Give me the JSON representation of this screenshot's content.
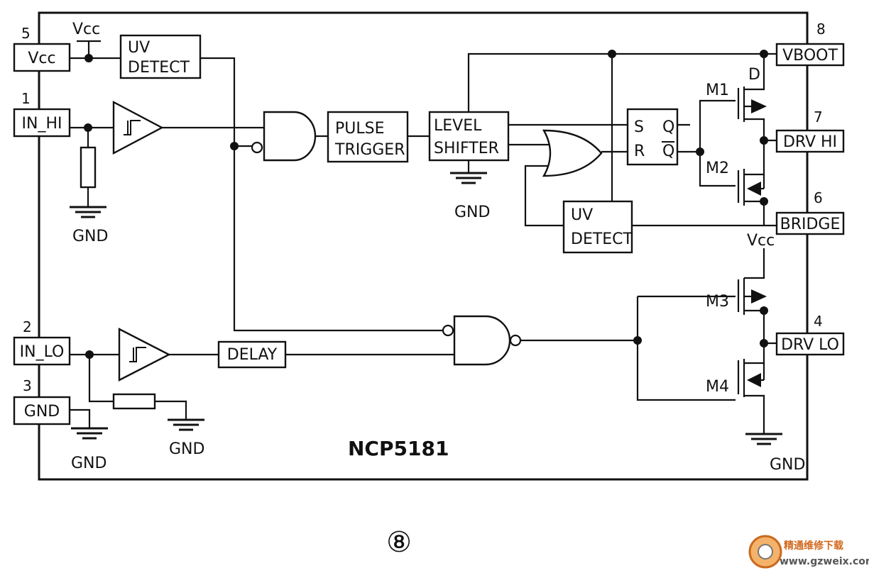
{
  "chip": {
    "name": "NCP5181"
  },
  "pins": {
    "vcc": {
      "number": "5",
      "label": "Vcc"
    },
    "in_hi": {
      "number": "1",
      "label": "IN_HI"
    },
    "in_lo": {
      "number": "2",
      "label": "IN_LO"
    },
    "gnd": {
      "number": "3",
      "label": "GND"
    },
    "vboot": {
      "number": "8",
      "label": "VBOOT"
    },
    "drv_hi": {
      "number": "7",
      "label": "DRV HI"
    },
    "bridge": {
      "number": "6",
      "label": "BRIDGE"
    },
    "drv_lo": {
      "number": "4",
      "label": "DRV LO"
    }
  },
  "blocks": {
    "uv_detect_top": [
      "UV",
      "DETECT"
    ],
    "pulse_trigger": [
      "PULSE",
      "TRIGGER"
    ],
    "level_shifter": [
      "LEVEL",
      "SHIFTER"
    ],
    "uv_detect_bottom": [
      "UV",
      "DETECT"
    ],
    "delay": "DELAY",
    "latch": {
      "s": "S",
      "r": "R",
      "q": "Q",
      "qbar": "Q"
    }
  },
  "rails": {
    "vcc": "Vcc",
    "gnd": "GND"
  },
  "transistors": [
    "M1",
    "M2",
    "M3",
    "M4"
  ],
  "figure_number": "⑧",
  "watermark": {
    "line1": "精通维修下载",
    "line2": "www.gzweix.com"
  }
}
